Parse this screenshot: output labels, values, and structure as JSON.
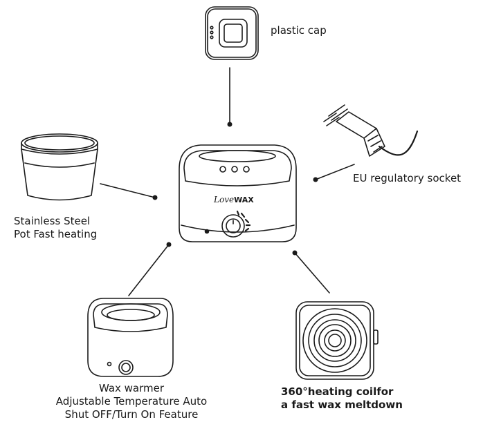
{
  "brand": {
    "logo_script": "Love",
    "logo_word": "WAX"
  },
  "labels": {
    "plastic_cap": "plastic cap",
    "eu_socket": "EU regulatory socket",
    "pot_line1": "Stainless Steel",
    "pot_line2": "Pot Fast heating",
    "warmer_line1": "Wax warmer",
    "warmer_line2": "Adjustable Temperature Auto",
    "warmer_line3": "Shut OFF/Turn On Feature",
    "coil_line1": "360°heating coilfor",
    "coil_line2": "a fast wax meltdown"
  },
  "colors": {
    "stroke": "#1a1a1a",
    "background": "#ffffff"
  }
}
